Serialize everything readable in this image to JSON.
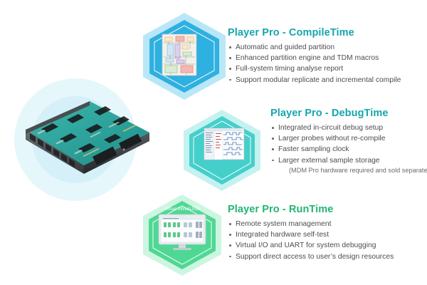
{
  "theme": {
    "background": "#ffffff",
    "teal": "#15a6ad",
    "green": "#22b573",
    "hex_compile_fill": "#2eb0e0",
    "hex_compile_halo": "#b9e7f7",
    "hex_debug_fill": "#45cfcb",
    "hex_debug_halo": "#c4f2ef",
    "hex_run_fill": "#4fd894",
    "hex_run_halo": "#cdf6e1",
    "bullet_text": "#4d4d4d",
    "glow_outer": "#e6f7fb",
    "glow_inner": "#d5f0f9",
    "pcb_green": "#2fa39b"
  },
  "hardware": {
    "name": "fpga-prototyping-chassis",
    "description": "Rack-mount FPGA prototyping chassis with open top showing teal PCB"
  },
  "sections": [
    {
      "id": "compiletime",
      "title": "Player Pro - CompileTime",
      "title_color": "#15a6ad",
      "badge_icon": "block-diagram-thumbnail",
      "bullets": [
        "Automatic and guided partition",
        "Enhanced partition engine and TDM macros",
        "Full-system timing analyse report",
        "Support modular replicate and incremental compile"
      ],
      "note": ""
    },
    {
      "id": "debugtime",
      "title": "Player Pro - DebugTime",
      "title_color": "#15a6ad",
      "badge_icon": "waveform-viewer-thumbnail",
      "bullets": [
        "Integrated in-circuit debug setup",
        "Larger probes without re-compile",
        "Faster sampling clock",
        "Larger external sample storage"
      ],
      "note": "(MDM Pro hardware required and sold separately)"
    },
    {
      "id": "runtime",
      "title": "Player Pro - RunTime",
      "title_color": "#22b573",
      "badge_icon": "virtual-panel-monitor-thumbnail",
      "badge_caption": "Virtual SWs&LEDs",
      "bullets": [
        "Remote system management",
        "Integrated hardware self-test",
        "Virtual I/O and UART for system debugging",
        "Support direct access to user’s design resources"
      ],
      "note": ""
    }
  ]
}
